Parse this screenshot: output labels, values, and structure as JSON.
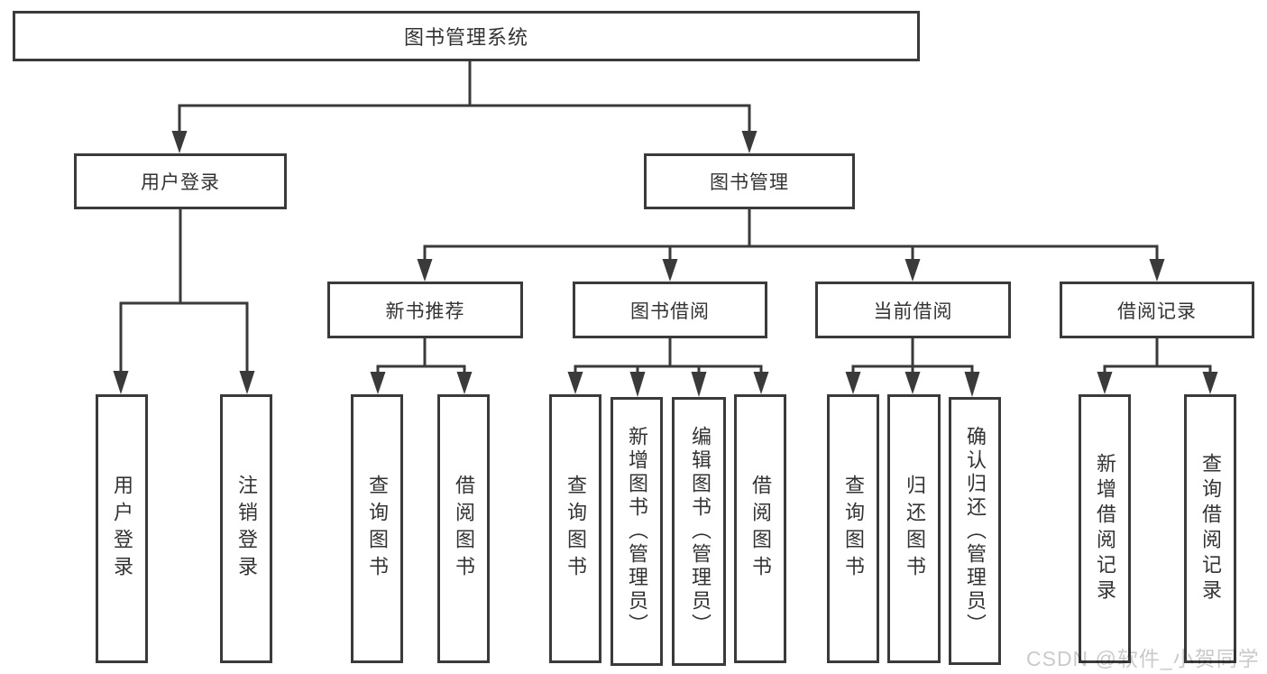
{
  "diagram": {
    "type": "hierarchy-tree",
    "tree": {
      "label": "图书管理系统",
      "children": [
        {
          "label": "用户登录",
          "children": [
            {
              "label": "用户登录"
            },
            {
              "label": "注销登录"
            }
          ]
        },
        {
          "label": "图书管理",
          "children": [
            {
              "label": "新书推荐",
              "children": [
                {
                  "label": "查询图书"
                },
                {
                  "label": "借阅图书"
                }
              ]
            },
            {
              "label": "图书借阅",
              "children": [
                {
                  "label": "查询图书"
                },
                {
                  "label": "新增图书（管理员）"
                },
                {
                  "label": "编辑图书（管理员）"
                },
                {
                  "label": "借阅图书"
                }
              ]
            },
            {
              "label": "当前借阅",
              "children": [
                {
                  "label": "查询图书"
                },
                {
                  "label": "归还图书"
                },
                {
                  "label": "确认归还（管理员）"
                }
              ]
            },
            {
              "label": "借阅记录",
              "children": [
                {
                  "label": "新增借阅记录"
                },
                {
                  "label": "查询借阅记录"
                }
              ]
            }
          ]
        }
      ]
    },
    "colors": {
      "line": "#3a3a3a",
      "text": "#333333",
      "background": "#ffffff"
    }
  },
  "watermark": {
    "text": "CSDN @软件_小贺同学",
    "color": "#c9cacb"
  }
}
